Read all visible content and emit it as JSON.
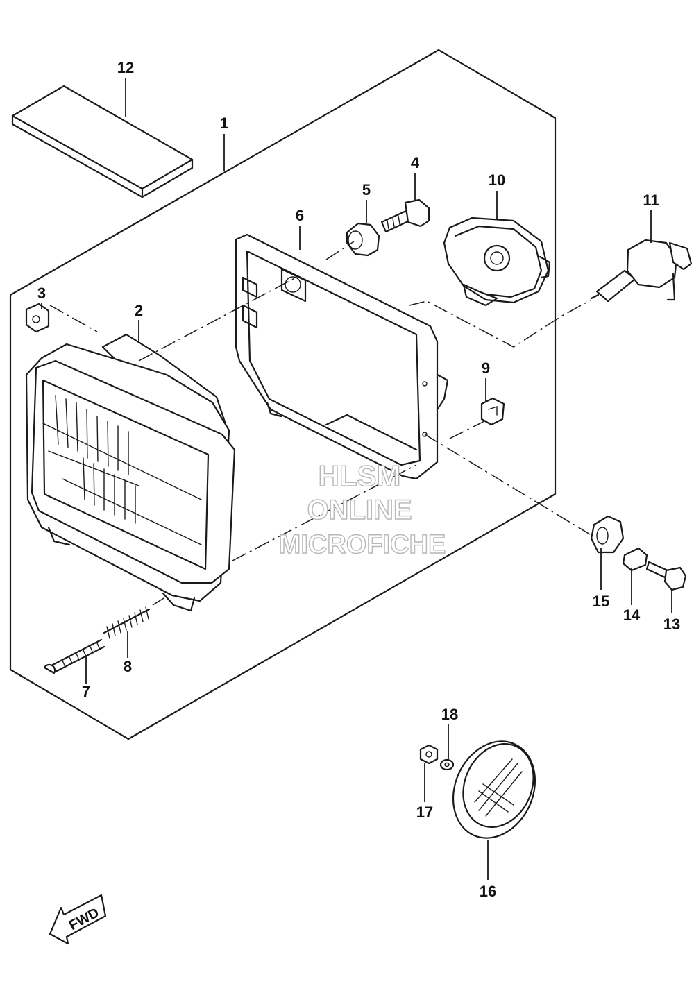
{
  "callouts": [
    {
      "id": "1",
      "text": "1"
    },
    {
      "id": "2",
      "text": "2"
    },
    {
      "id": "3",
      "text": "3"
    },
    {
      "id": "4",
      "text": "4"
    },
    {
      "id": "5",
      "text": "5"
    },
    {
      "id": "6",
      "text": "6"
    },
    {
      "id": "7",
      "text": "7"
    },
    {
      "id": "8",
      "text": "8"
    },
    {
      "id": "9",
      "text": "9"
    },
    {
      "id": "10",
      "text": "10"
    },
    {
      "id": "11",
      "text": "11"
    },
    {
      "id": "12",
      "text": "12"
    },
    {
      "id": "13",
      "text": "13"
    },
    {
      "id": "14",
      "text": "14"
    },
    {
      "id": "15",
      "text": "15"
    },
    {
      "id": "16",
      "text": "16"
    },
    {
      "id": "17",
      "text": "17"
    },
    {
      "id": "18",
      "text": "18"
    }
  ],
  "watermark": {
    "line1": "HLSM",
    "line2": "ONLINE",
    "line3": "MICROFICHE"
  },
  "direction_arrow": {
    "text": "FWD",
    "icon": "fwd-arrow-icon"
  }
}
